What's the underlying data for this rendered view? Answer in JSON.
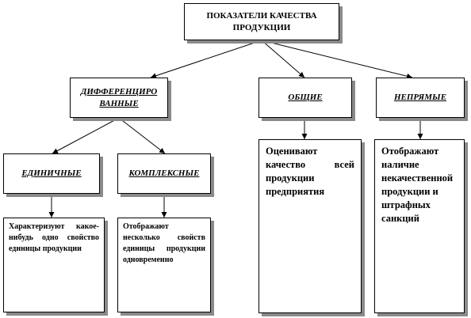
{
  "root": {
    "title": "ПОКАЗАТЕЛИ КАЧЕСТВА ПРОДУКЦИИ"
  },
  "categories": {
    "differentiated": "ДИФФЕРЕНЦИРОВАННЫЕ",
    "general": "ОБЩИЕ",
    "indirect": "НЕПРЯМЫЕ"
  },
  "subcategories": {
    "single": "ЕДИНИЧНЫЕ",
    "complex": "КОМПЛЕКСНЫЕ"
  },
  "descriptions": {
    "single": "Характеризуют какое-нибудь одно свойство единицы продукции",
    "complex": "Отображают несколько свойств единицы продукции одновременно",
    "general": "Оценивают качество всей продукции предприятия",
    "indirect": "Отображают наличие некачественной продукции и штрафных санкций"
  }
}
